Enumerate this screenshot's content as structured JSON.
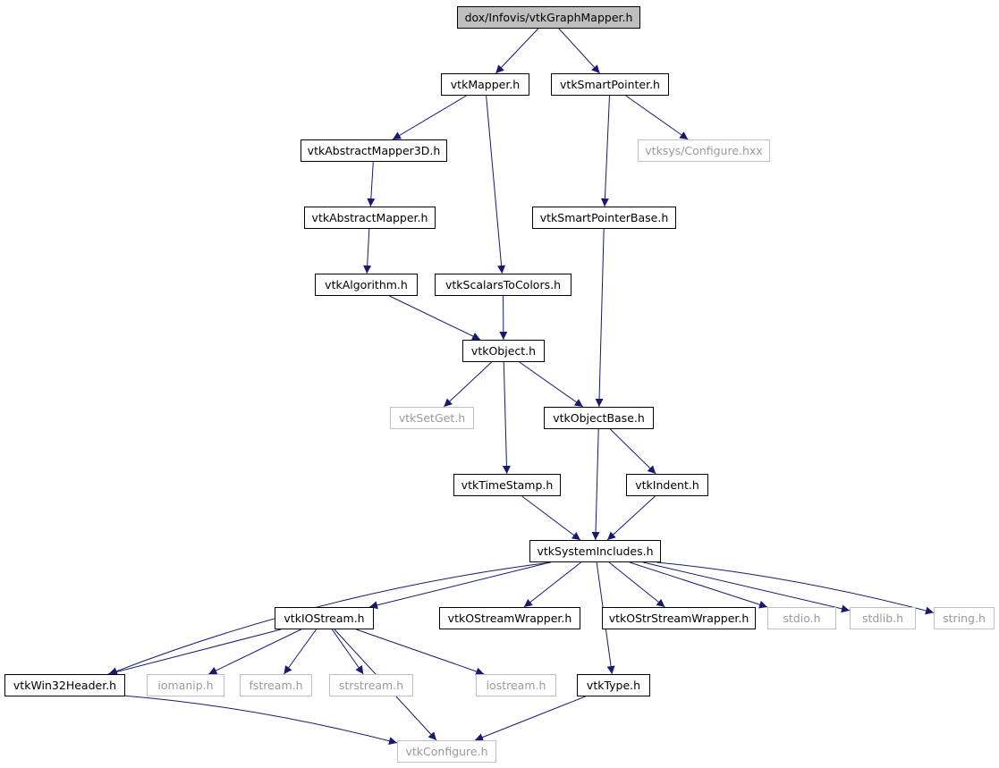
{
  "colors": {
    "edge": "#191970",
    "root_fill": "#bfbfbf",
    "node_border": "#000000",
    "external_border": "#bfbfbf",
    "external_text": "#9a9a9a"
  },
  "nodes": {
    "root": "dox/Infovis/vtkGraphMapper.h",
    "vtkMapper": "vtkMapper.h",
    "vtkSmartPointer": "vtkSmartPointer.h",
    "vtkAbstractMapper3D": "vtkAbstractMapper3D.h",
    "vtksysConfigure": "vtksys/Configure.hxx",
    "vtkAbstractMapper": "vtkAbstractMapper.h",
    "vtkSmartPointerBase": "vtkSmartPointerBase.h",
    "vtkAlgorithm": "vtkAlgorithm.h",
    "vtkScalarsToColors": "vtkScalarsToColors.h",
    "vtkObject": "vtkObject.h",
    "vtkSetGet": "vtkSetGet.h",
    "vtkObjectBase": "vtkObjectBase.h",
    "vtkTimeStamp": "vtkTimeStamp.h",
    "vtkIndent": "vtkIndent.h",
    "vtkSystemIncludes": "vtkSystemIncludes.h",
    "vtkIOStream": "vtkIOStream.h",
    "vtkOStreamWrapper": "vtkOStreamWrapper.h",
    "vtkOStrStreamWrapper": "vtkOStrStreamWrapper.h",
    "stdio": "stdio.h",
    "stdlib": "stdlib.h",
    "string": "string.h",
    "vtkWin32Header": "vtkWin32Header.h",
    "iomanip": "iomanip.h",
    "fstream": "fstream.h",
    "strstream": "strstream.h",
    "iostream": "iostream.h",
    "vtkType": "vtkType.h",
    "vtkConfigure": "vtkConfigure.h"
  },
  "edges": [
    [
      "root",
      "vtkMapper"
    ],
    [
      "root",
      "vtkSmartPointer"
    ],
    [
      "vtkMapper",
      "vtkAbstractMapper3D"
    ],
    [
      "vtkMapper",
      "vtkScalarsToColors"
    ],
    [
      "vtkSmartPointer",
      "vtksysConfigure"
    ],
    [
      "vtkSmartPointer",
      "vtkSmartPointerBase"
    ],
    [
      "vtkAbstractMapper3D",
      "vtkAbstractMapper"
    ],
    [
      "vtkAbstractMapper",
      "vtkAlgorithm"
    ],
    [
      "vtkAlgorithm",
      "vtkObject"
    ],
    [
      "vtkScalarsToColors",
      "vtkObject"
    ],
    [
      "vtkSmartPointerBase",
      "vtkObjectBase"
    ],
    [
      "vtkObject",
      "vtkSetGet"
    ],
    [
      "vtkObject",
      "vtkObjectBase"
    ],
    [
      "vtkObject",
      "vtkTimeStamp"
    ],
    [
      "vtkObjectBase",
      "vtkIndent"
    ],
    [
      "vtkObjectBase",
      "vtkSystemIncludes"
    ],
    [
      "vtkTimeStamp",
      "vtkSystemIncludes"
    ],
    [
      "vtkIndent",
      "vtkSystemIncludes"
    ],
    [
      "vtkSystemIncludes",
      "vtkWin32Header"
    ],
    [
      "vtkSystemIncludes",
      "vtkIOStream"
    ],
    [
      "vtkSystemIncludes",
      "vtkType"
    ],
    [
      "vtkSystemIncludes",
      "vtkOStreamWrapper"
    ],
    [
      "vtkSystemIncludes",
      "vtkOStrStreamWrapper"
    ],
    [
      "vtkSystemIncludes",
      "stdio"
    ],
    [
      "vtkSystemIncludes",
      "stdlib"
    ],
    [
      "vtkSystemIncludes",
      "string"
    ],
    [
      "vtkIOStream",
      "vtkWin32Header"
    ],
    [
      "vtkIOStream",
      "iomanip"
    ],
    [
      "vtkIOStream",
      "fstream"
    ],
    [
      "vtkIOStream",
      "strstream"
    ],
    [
      "vtkIOStream",
      "iostream"
    ],
    [
      "vtkIOStream",
      "vtkConfigure"
    ],
    [
      "vtkWin32Header",
      "vtkConfigure"
    ],
    [
      "vtkType",
      "vtkConfigure"
    ]
  ]
}
